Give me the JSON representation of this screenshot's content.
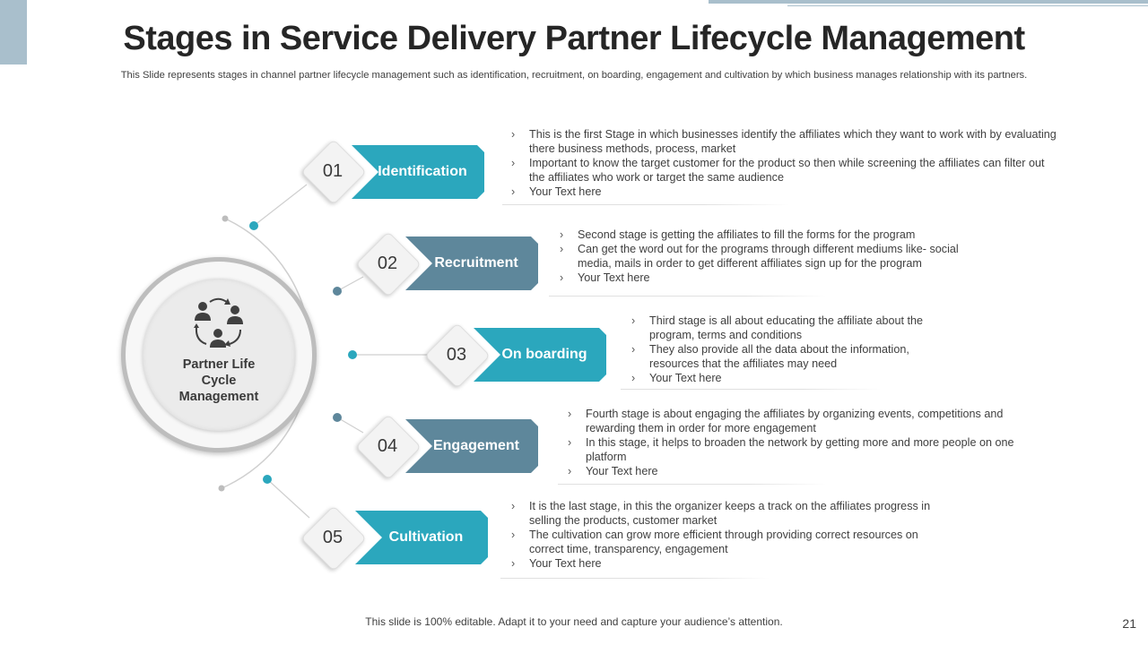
{
  "title": "Stages in Service Delivery Partner Lifecycle Management",
  "subtitle": "This Slide represents stages in channel partner lifecycle management such as identification, recruitment, on boarding, engagement and cultivation by which business manages relationship with its partners.",
  "center": {
    "label": "Partner Life Cycle Management",
    "icon": "people-cycle-icon"
  },
  "colors": {
    "teal": "#2ba7bd",
    "slate": "#5e879b",
    "accent": "#a9bfcc"
  },
  "stages": [
    {
      "number": "01",
      "label": "Identification",
      "bullets": [
        "This is the first Stage in which businesses identify the affiliates which they want to work with by evaluating there business methods, process, market",
        "Important to know the target customer for the product so then while screening the affiliates can filter out the affiliates who work or target the same audience",
        "Your Text here"
      ]
    },
    {
      "number": "02",
      "label": "Recruitment",
      "bullets": [
        "Second stage is getting the affiliates to fill the forms for the program",
        "Can get the word out for the programs through different mediums like- social media, mails in order to get different affiliates sign up for the program",
        "Your Text here"
      ]
    },
    {
      "number": "03",
      "label": "On boarding",
      "bullets": [
        "Third stage is all about educating the affiliate about the program, terms and conditions",
        "They also provide all the data about the information, resources that the affiliates may need",
        "Your Text here"
      ]
    },
    {
      "number": "04",
      "label": "Engagement",
      "bullets": [
        "Fourth stage is about engaging the affiliates by organizing events, competitions and rewarding them in order for more engagement",
        "In this stage, it helps to broaden the network by getting more and more people on one platform",
        "Your Text here"
      ]
    },
    {
      "number": "05",
      "label": "Cultivation",
      "bullets": [
        "It is the last stage, in this the organizer keeps a track on the affiliates progress in selling the products, customer market",
        "The cultivation can grow more efficient through providing correct resources on correct time, transparency, engagement",
        "Your Text here"
      ]
    }
  ],
  "footer": "This slide is 100% editable. Adapt it to your need and capture your audience’s attention.",
  "page_number": "21"
}
